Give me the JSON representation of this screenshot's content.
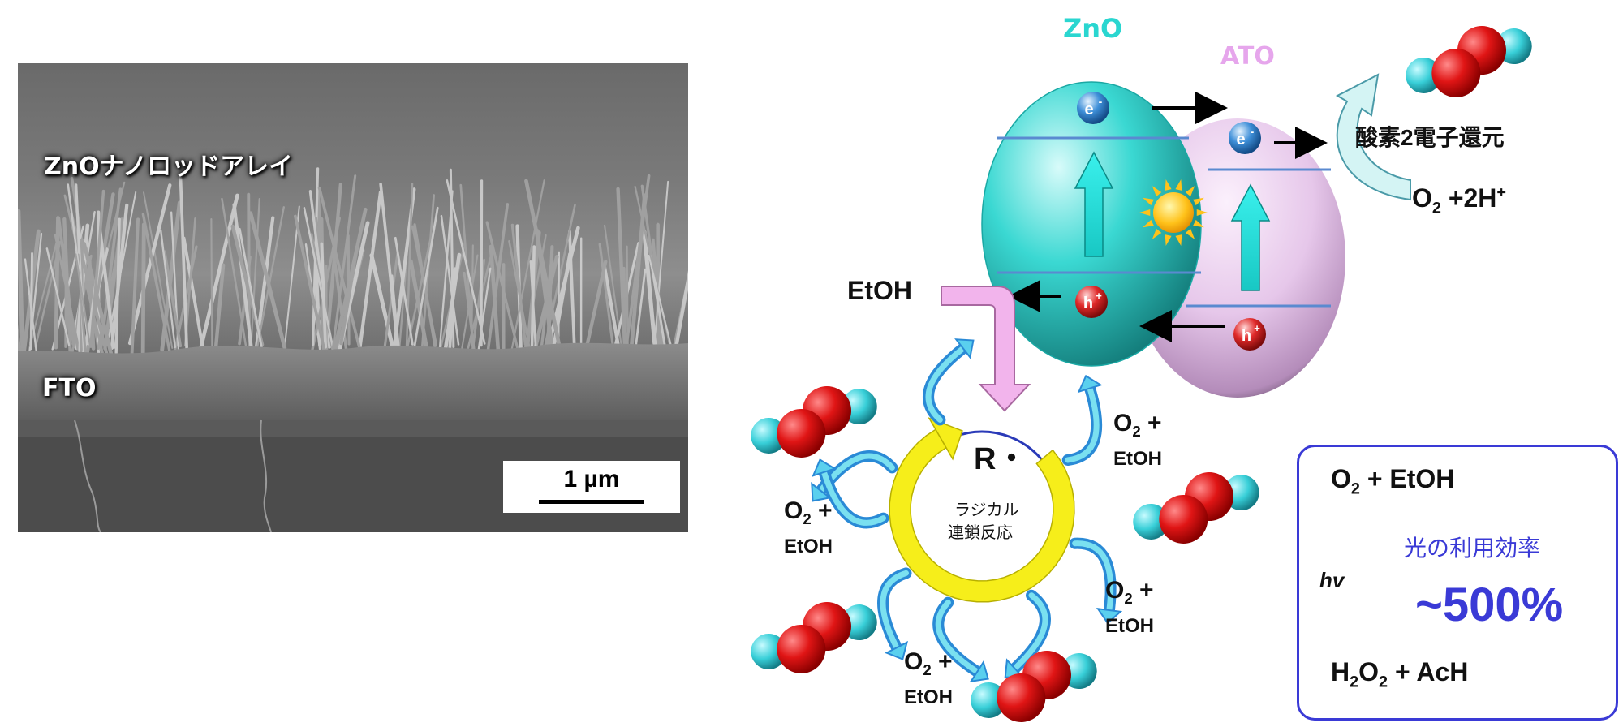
{
  "sem": {
    "title": "ZnOナノロッドアレイ",
    "substrate": "FTO",
    "scale_bar": "1 µm"
  },
  "semiconductors": {
    "zno": "ZnO",
    "ato": "ATO",
    "electron": "e",
    "electron_sup": "-",
    "hole": "h",
    "hole_sup": "+"
  },
  "reduction": {
    "label": "酸素2電子還元",
    "reactant_o": "O",
    "reactant_o_sub": "2",
    "reactant_rest": " +2H",
    "reactant_sup": "+"
  },
  "oxidation": {
    "etoh": "EtOH",
    "radical": "R・",
    "chain_line1": "ラジカル",
    "chain_line2": "連鎖反応",
    "o2_o": "O",
    "o2_sub": "2",
    "o2_plus": " +",
    "etoh_small": "EtOH"
  },
  "summary": {
    "reactant_o": "O",
    "reactant_sub": "2",
    "reactant_rest": " + EtOH",
    "hv": "hv",
    "efficiency_label": "光の利用効率",
    "efficiency_value": "~500%",
    "product_h": "H",
    "product_sub1": "2",
    "product_o": "O",
    "product_sub2": "2",
    "product_rest": " + AcH"
  },
  "colors": {
    "zno": "#2ad6d0",
    "ato": "#e8c8ec",
    "cyan_arrow": "#22e0dc",
    "yellow": "#f6ee1a",
    "blue_arrow": "#3a8ad6",
    "oxygen": "#dd1a1a",
    "hydrogen": "#3ccfd8",
    "accent": "#3a3ad6"
  }
}
